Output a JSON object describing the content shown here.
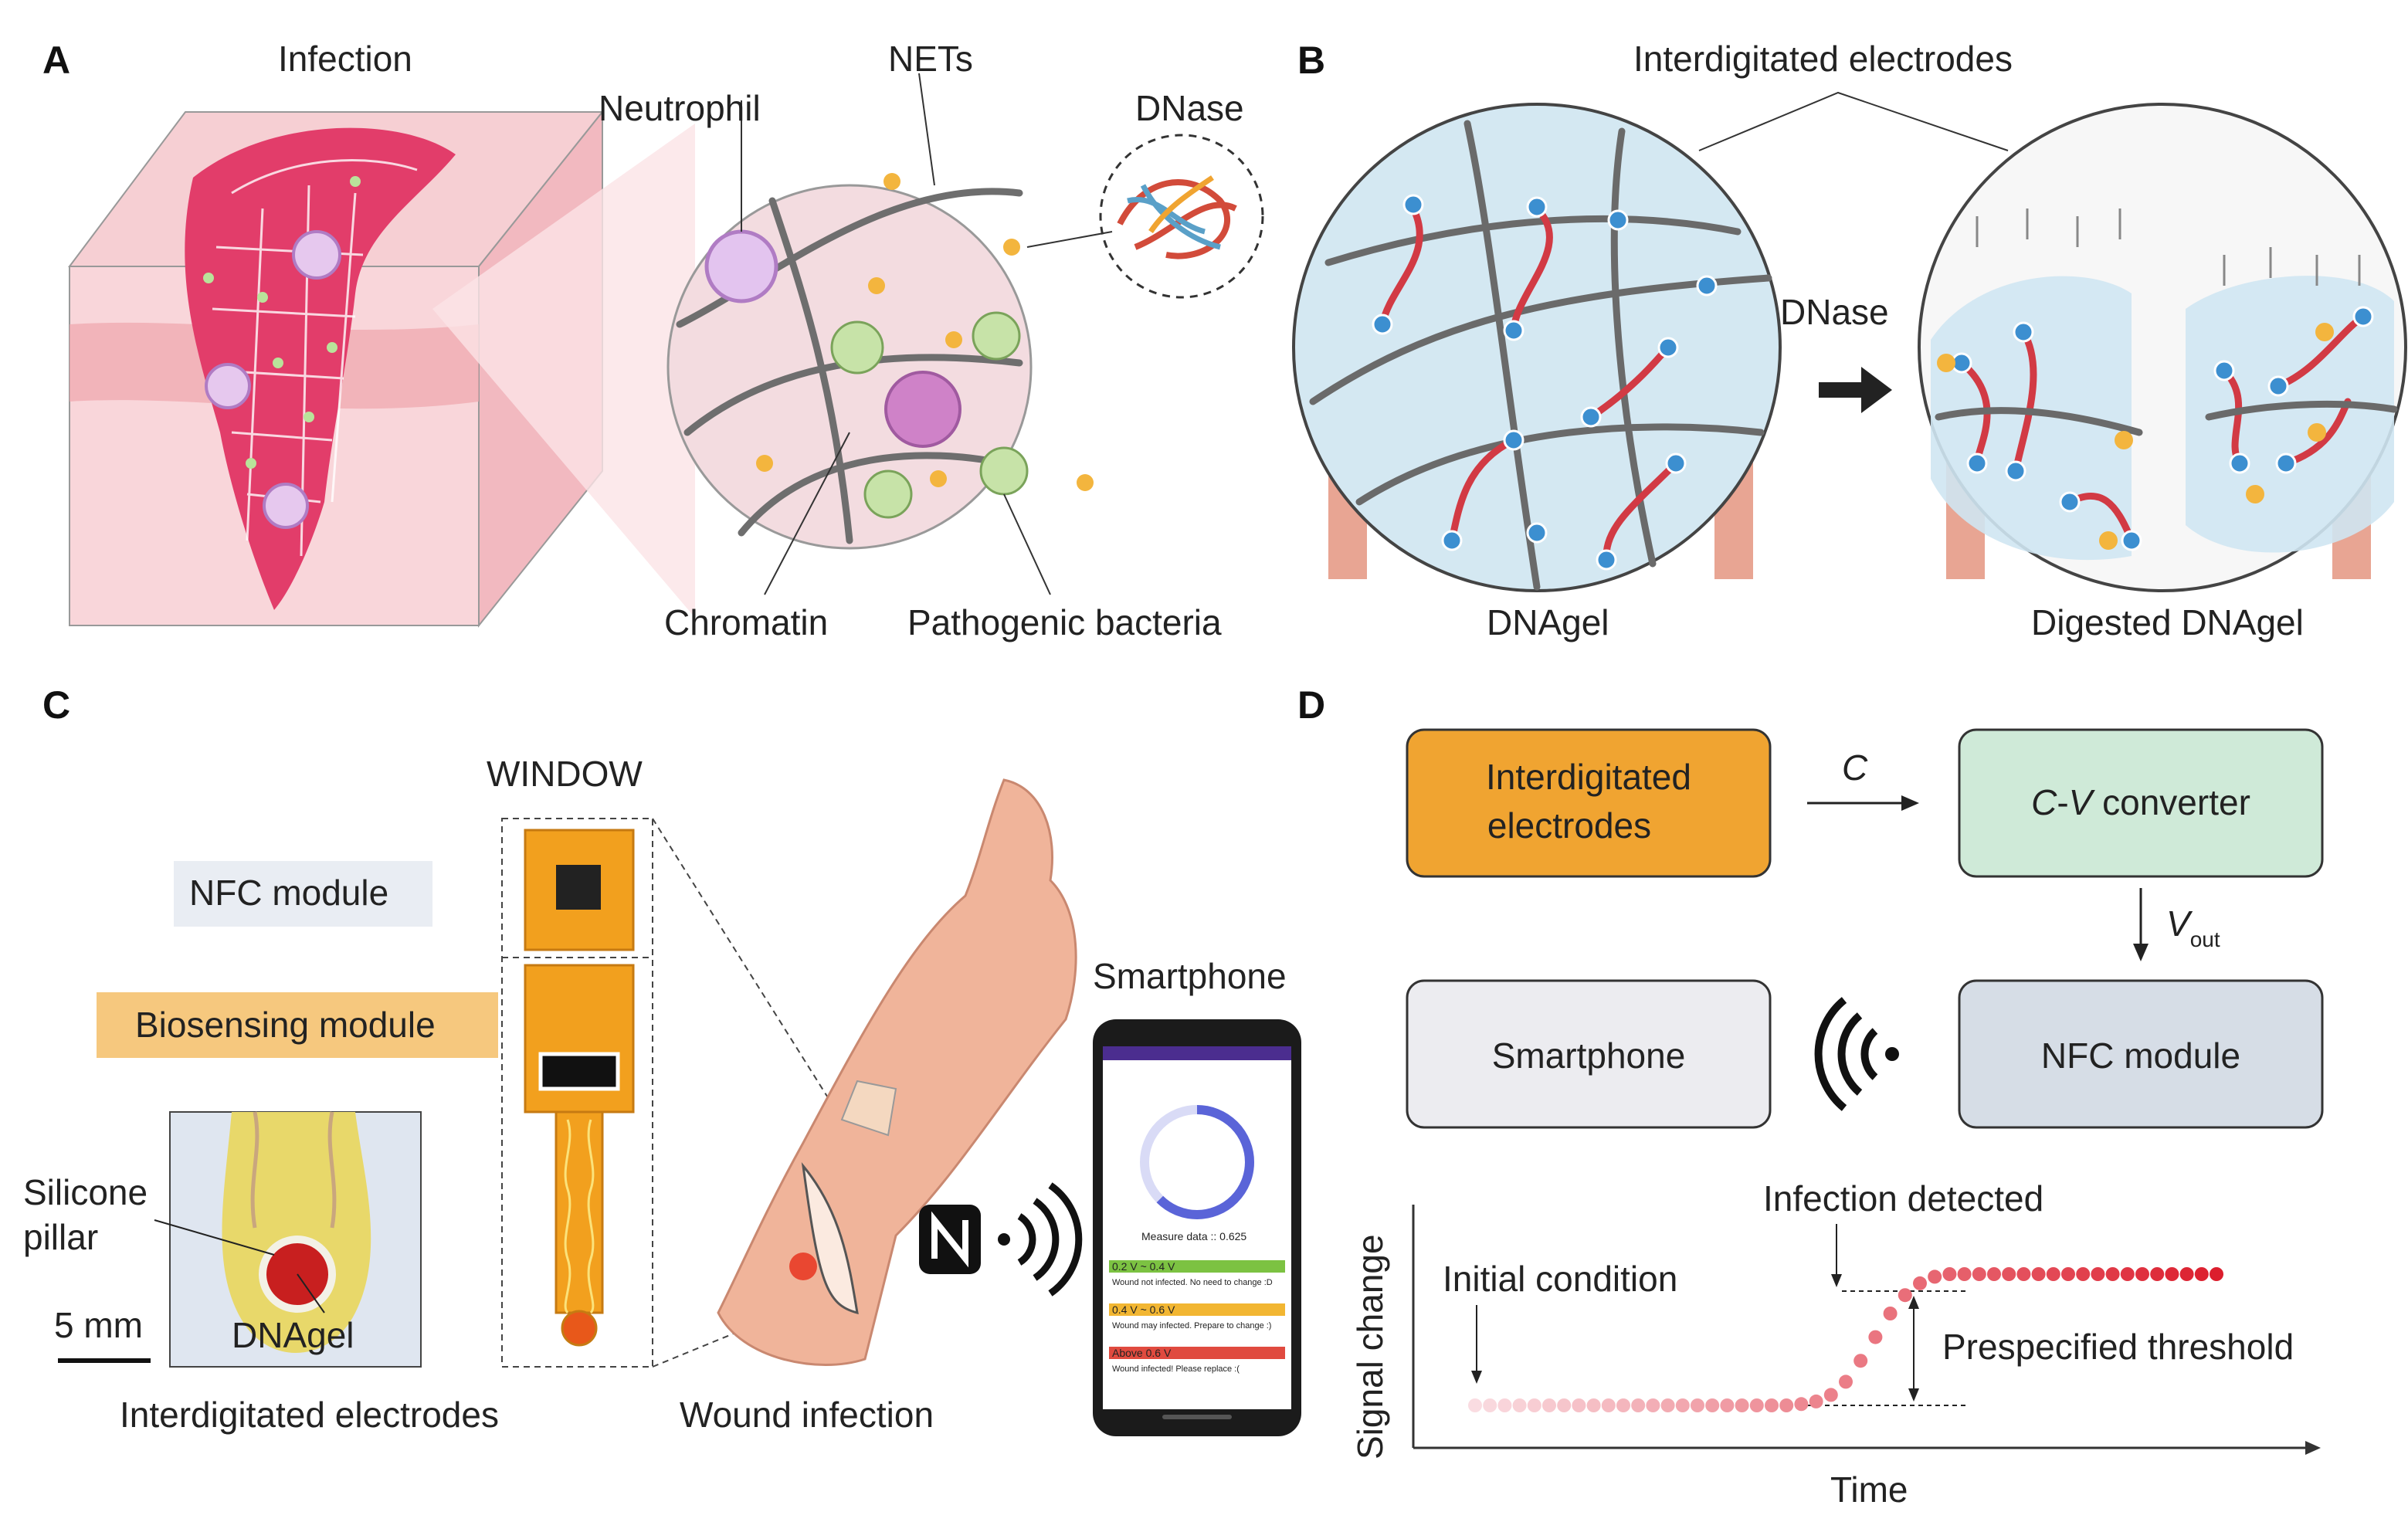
{
  "panels": {
    "a": "A",
    "b": "B",
    "c": "C",
    "d": "D"
  },
  "panel_a": {
    "infection": "Infection",
    "neutrophil": "Neutrophil",
    "nets": "NETs",
    "dnase": "DNase",
    "chromatin": "Chromatin",
    "pathogenic_bacteria": "Pathogenic bacteria"
  },
  "panel_b": {
    "interdigitated_electrodes": "Interdigitated electrodes",
    "dnase": "DNase",
    "dnagel": "DNAgel",
    "digested_dnagel": "Digested DNAgel"
  },
  "panel_c": {
    "window": "WINDOW",
    "nfc_module": "NFC module",
    "biosensing_module": "Biosensing module",
    "silicone": "Silicone",
    "pillar": "pillar",
    "dnagel": "DNAgel",
    "scale": "5 mm",
    "interdigitated_electrodes": "Interdigitated electrodes",
    "wound_infection": "Wound infection",
    "smartphone": "Smartphone",
    "phone": {
      "measure": "Measure data :: 0.625",
      "row1_head": "0.2 V ~ 0.4 V",
      "row1_text": "Wound not infected. No need to change :D",
      "row2_head": "0.4 V ~ 0.6 V",
      "row2_text": "Wound may infected. Prepare to change :)",
      "row3_head": "Above 0.6 V",
      "row3_text": "Wound infected! Please replace :(",
      "gauge_fraction": 0.625,
      "row1_color": "#7cc242",
      "row2_color": "#f2b632",
      "row3_color": "#e04a3f"
    }
  },
  "panel_d": {
    "box_electrodes_line1": "Interdigitated",
    "box_electrodes_line2": "electrodes",
    "arrow_c": "C",
    "cv_converter_c": "C",
    "cv_converter_dash": "-",
    "cv_converter_v": "V",
    "cv_converter_rest": " converter",
    "vout_v": "V",
    "vout_sub": "out",
    "smartphone": "Smartphone",
    "nfc_module": "NFC module",
    "colors": {
      "electrodes": "#f0a431",
      "converter": "#cfead8",
      "smartphone": "#ececf0",
      "nfc": "#d6dde6"
    }
  },
  "chart_data": {
    "type": "scatter",
    "title": "",
    "xlabel": "Time",
    "ylabel": "Signal change",
    "annotations": [
      "Initial condition",
      "Infection detected",
      "Prespecified threshold"
    ],
    "x": [
      0,
      1,
      2,
      3,
      4,
      5,
      6,
      7,
      8,
      9,
      10,
      11,
      12,
      13,
      14,
      15,
      16,
      17,
      18,
      19,
      20,
      21,
      22,
      23,
      24,
      25,
      26,
      27,
      28,
      29,
      30,
      31,
      32,
      33,
      34,
      35,
      36,
      37,
      38,
      39,
      40,
      41,
      42,
      43,
      44,
      45,
      46,
      47,
      48,
      49,
      50
    ],
    "values": [
      0,
      0,
      0,
      0,
      0,
      0,
      0,
      0,
      0,
      0,
      0,
      0,
      0,
      0,
      0,
      0,
      0,
      0,
      0,
      0,
      0,
      0,
      0.01,
      0.03,
      0.08,
      0.18,
      0.34,
      0.52,
      0.7,
      0.84,
      0.93,
      0.98,
      1,
      1,
      1,
      1,
      1,
      1,
      1,
      1,
      1,
      1,
      1,
      1,
      1,
      1,
      1,
      1,
      1,
      1,
      1
    ],
    "ylim": [
      0,
      1
    ],
    "xlim": [
      0,
      50
    ]
  }
}
